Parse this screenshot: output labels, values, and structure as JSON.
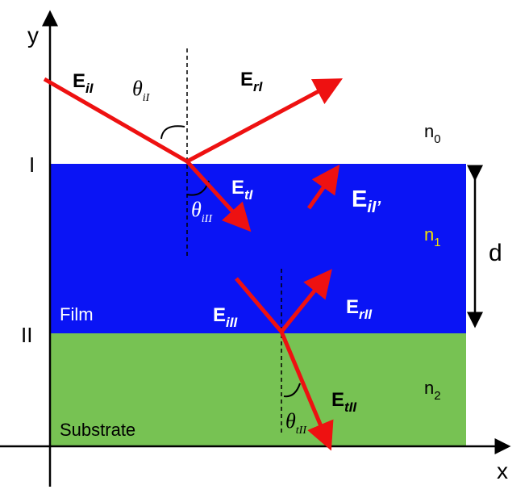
{
  "axes": {
    "x_label": "x",
    "y_label": "y"
  },
  "interfaces": {
    "first": "I",
    "second": "II"
  },
  "layers": {
    "film_label": "Film",
    "substrate_label": "Substrate",
    "thickness_label": "d"
  },
  "indices": {
    "n0": {
      "base": "n",
      "sub": "0"
    },
    "n1": {
      "base": "n",
      "sub": "1"
    },
    "n2": {
      "base": "n",
      "sub": "2"
    }
  },
  "fields": {
    "EiI": {
      "base": "E",
      "sub": "iI"
    },
    "ErI": {
      "base": "E",
      "sub": "rI"
    },
    "EtI": {
      "base": "E",
      "sub": "tI"
    },
    "EiI_prime": {
      "base": "E",
      "sub": "iI’"
    },
    "EiII": {
      "base": "E",
      "sub": "iII"
    },
    "ErII": {
      "base": "E",
      "sub": "rII"
    },
    "EtII": {
      "base": "E",
      "sub": "tII"
    }
  },
  "angles": {
    "theta_iI": {
      "base": "θ",
      "sub": "iI"
    },
    "theta_iII": {
      "base": "θ",
      "sub": "iII"
    },
    "theta_tII": {
      "base": "θ",
      "sub": "tII"
    }
  },
  "colors": {
    "film": "#0a14f5",
    "substrate": "#77c253",
    "ray": "#ee1111",
    "n1_label": "#f4e300",
    "ink": "#000000",
    "white_text": "#ffffff"
  }
}
